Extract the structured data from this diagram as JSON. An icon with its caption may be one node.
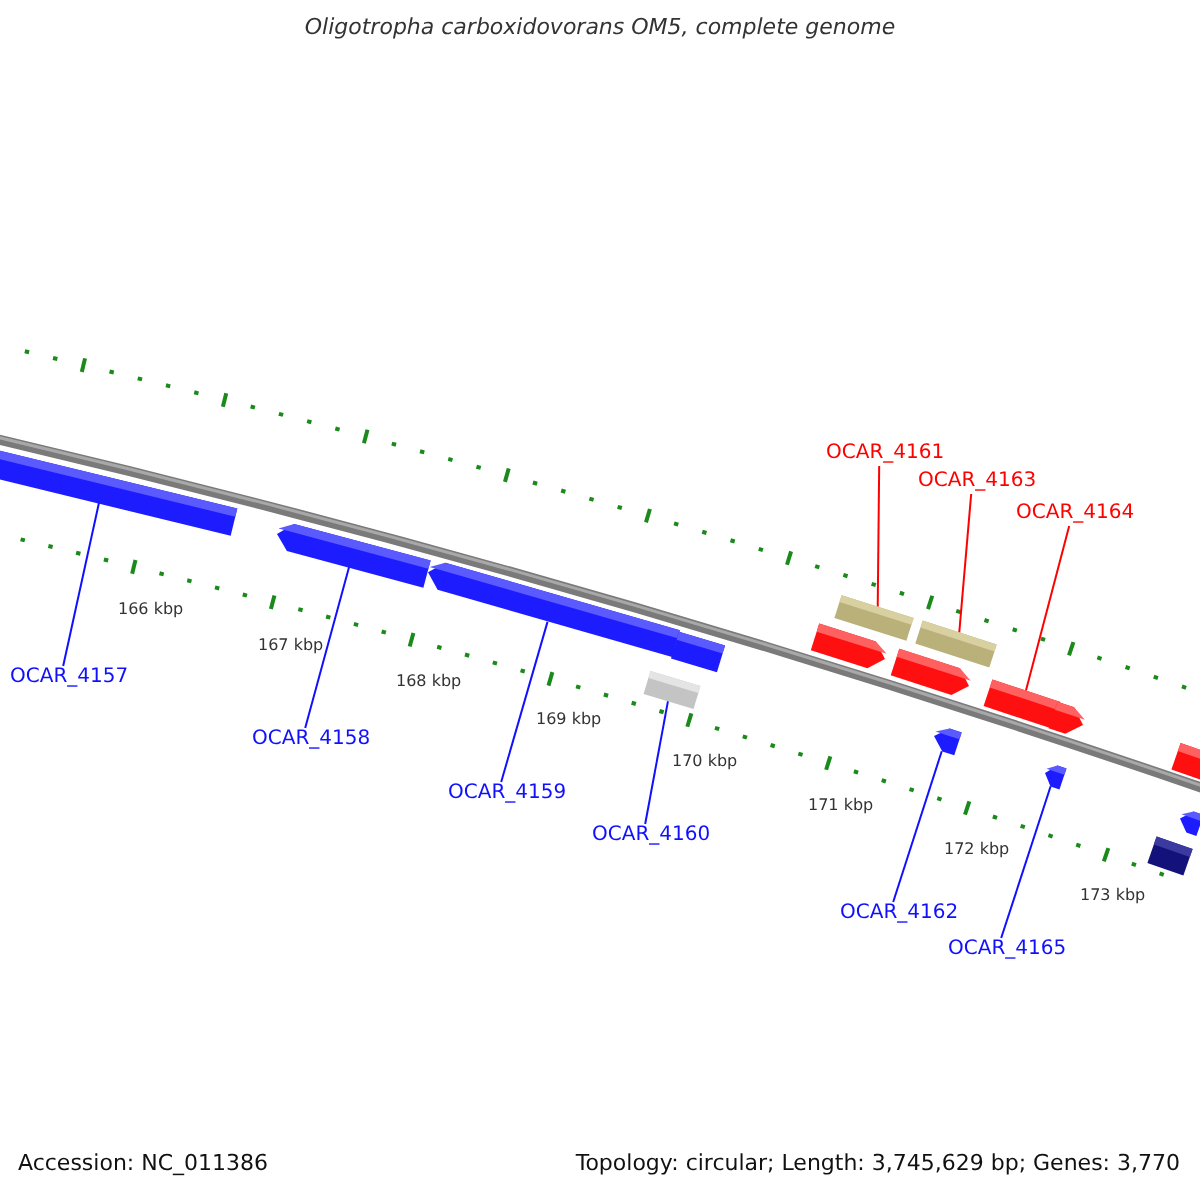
{
  "diagram": {
    "title": "Oligotropha carboxidovorans OM5, complete genome",
    "nodes": [
      {
        "text": [
          "OCAR_4157"
        ]
      },
      {
        "text": [
          "OCAR_4158"
        ]
      },
      {
        "text": [
          "OCAR_4159"
        ]
      },
      {
        "text": [
          "OCAR_4160"
        ]
      },
      {
        "text": [
          "OCAR_4161"
        ]
      },
      {
        "text": [
          "OCAR_4162"
        ]
      },
      {
        "text": [
          "OCAR_4163"
        ]
      },
      {
        "text": [
          "OCAR_4164"
        ]
      },
      {
        "text": [
          "OCAR_4165"
        ]
      },
      {
        "text": [],
        "shape": "arrow"
      },
      {
        "text": [],
        "shape": "arrow"
      },
      {
        "text": [],
        "shape": "arrow"
      },
      {
        "text": [],
        "shape": "arrow"
      },
      {
        "text": [],
        "shape": "arrow"
      },
      {
        "text": [],
        "shape": "arrow"
      },
      {
        "text": [],
        "shape": "arrow"
      },
      {
        "text": [],
        "shape": "arrow"
      },
      {
        "text": [],
        "shape": "arrow"
      },
      {
        "text": [],
        "shape": "arrow"
      },
      {
        "text": [],
        "shape": "arrow"
      },
      {
        "text": [],
        "shape": "arrow"
      },
      {
        "text": [],
        "shape": "arrow"
      },
      {
        "text": [],
        "shape": "arrow"
      },
      {
        "text": [],
        "shape": "arrow"
      },
      {
        "text": [],
        "shape": "arrow"
      }
    ],
    "edges": [
      {
        "from": 0,
        "to": 9,
        "arrow": "none"
      },
      {
        "from": 1,
        "to": 10,
        "arrow": "none"
      },
      {
        "from": 2,
        "to": 11,
        "arrow": "none"
      },
      {
        "from": 3,
        "to": 13,
        "arrow": "none"
      },
      {
        "from": 4,
        "to": 14,
        "arrow": "none",
        "color": "#ff0000"
      },
      {
        "from": 5,
        "to": 20,
        "arrow": "none"
      },
      {
        "from": 6,
        "to": 16,
        "arrow": "none",
        "color": "#ff0000"
      },
      {
        "from": 7,
        "to": 18,
        "arrow": "none",
        "color": "#ff0000"
      },
      {
        "from": 8,
        "to": 21,
        "arrow": "none"
      }
    ],
    "labels": [
      "166 kbp",
      "167 kbp",
      "168 kbp",
      "169 kbp",
      "170 kbp",
      "171 kbp",
      "172 kbp",
      "173 kbp",
      "Accession: NC_011386",
      "Topology: circular; Length: 3,745,629 bp; Genes: 3,770"
    ]
  }
}
